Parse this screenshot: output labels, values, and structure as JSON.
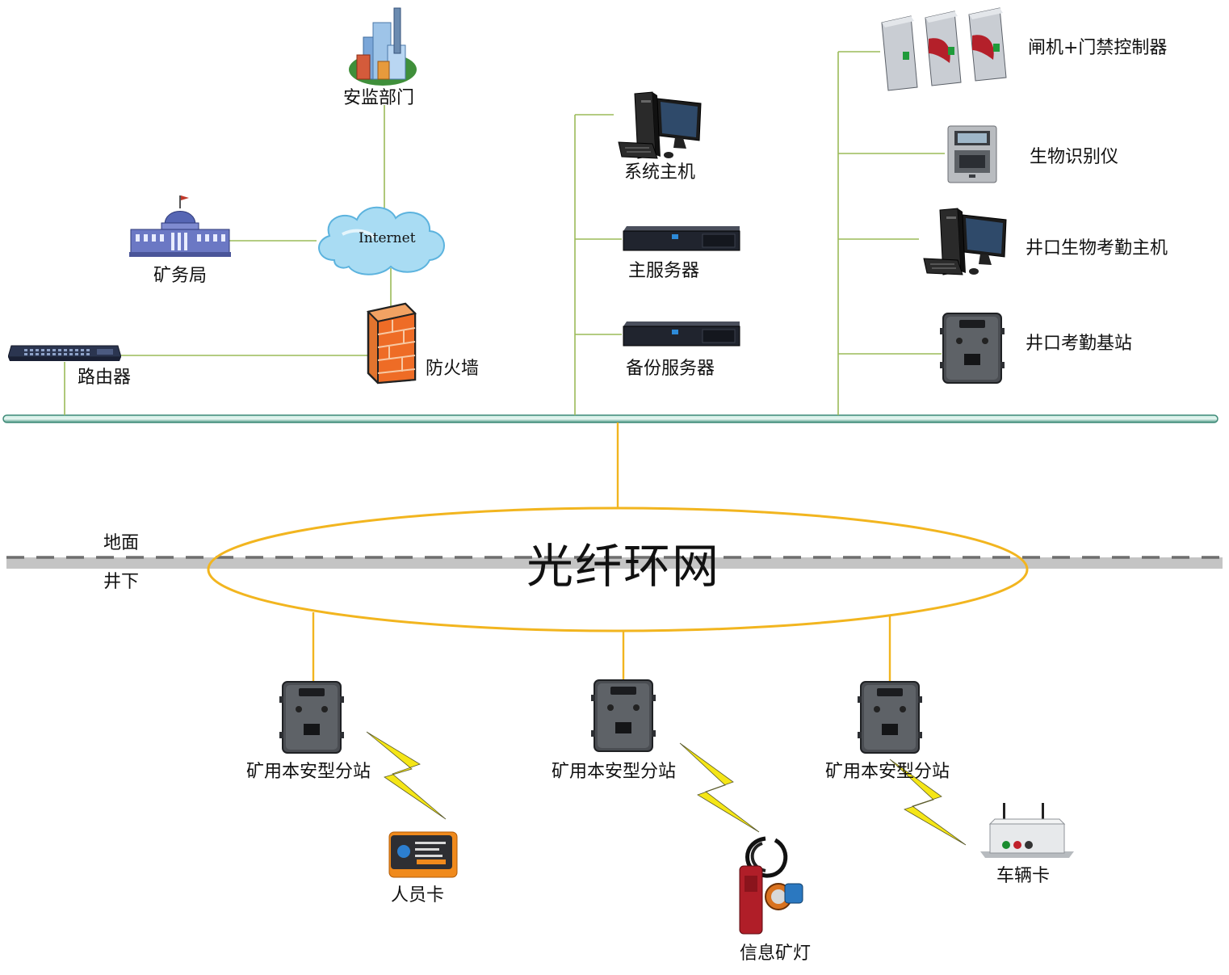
{
  "ground_zone": {
    "above": "地面",
    "below": "井下"
  },
  "ring": {
    "title": "光纤环网"
  },
  "network": {
    "internet_label": "Internet",
    "safety_dept": "安监部门",
    "mining_bureau": "矿务局",
    "firewall": "防火墙",
    "router": "路由器"
  },
  "servers": {
    "system_host": "系统主机",
    "main_server": "主服务器",
    "backup_server": "备份服务器"
  },
  "access": {
    "gate_controller": "闸机+门禁控制器",
    "biometric": "生物识别仪",
    "attendance_host": "井口生物考勤主机",
    "attendance_station": "井口考勤基站"
  },
  "underground": {
    "substation_1": "矿用本安型分站",
    "substation_2": "矿用本安型分站",
    "substation_3": "矿用本安型分站",
    "personnel_card": "人员卡",
    "info_lamp": "信息矿灯",
    "vehicle_card": "车辆卡"
  },
  "colors": {
    "ethernet_line": "#9bbb59",
    "ring_line": "#f2b51f",
    "bus": "#5fa897",
    "ground_line": "#c4c4c4",
    "lightning": "#f5e617"
  }
}
